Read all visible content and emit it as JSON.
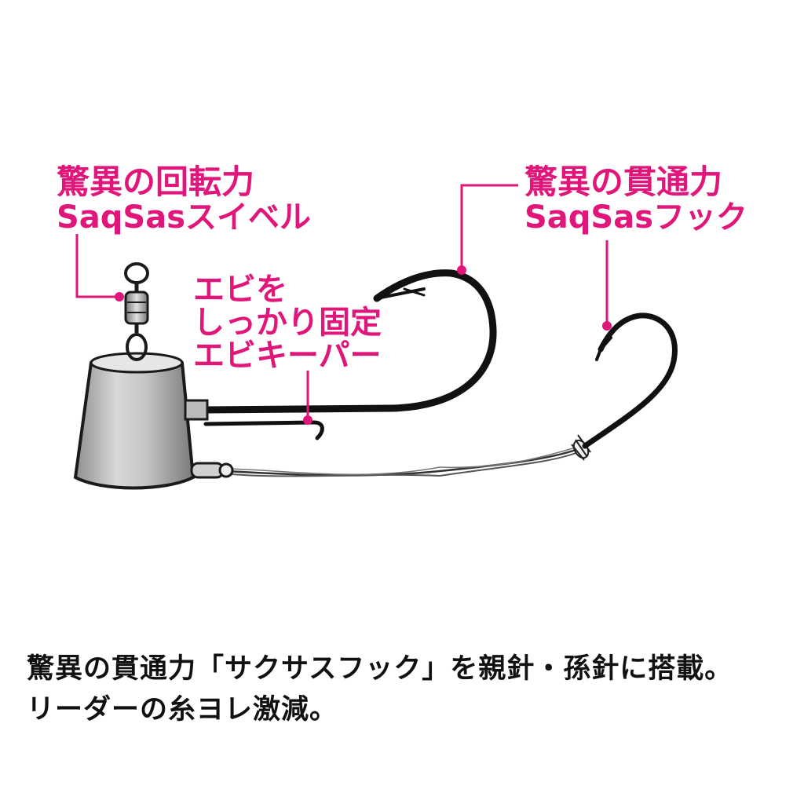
{
  "labels": {
    "swivel": {
      "line1": "驚異の回転力",
      "line2": "SaqSasスイベル"
    },
    "keeper": {
      "line1": "エビを",
      "line2": "しっかり固定",
      "line3": "エビキーパー"
    },
    "hook": {
      "line1": "驚異の貫通力",
      "line2": "SaqSasフック"
    }
  },
  "caption": {
    "line1": "驚異の貫通力「サクサスフック」を親針・孫針に搭載。",
    "line2": "リーダーの糸ヨレ激減。"
  },
  "colors": {
    "accent": "#e0167a",
    "outline": "#1a1a1a",
    "sinker": "#b9b9b9",
    "text": "#111111"
  }
}
